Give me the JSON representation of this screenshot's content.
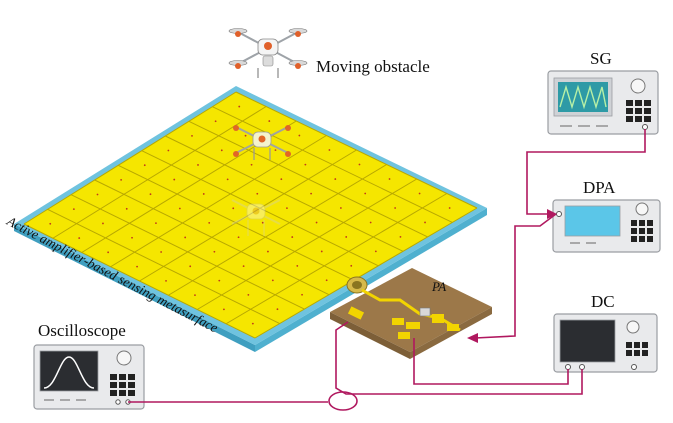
{
  "labels": {
    "moving_obstacle": "Moving obstacle",
    "sg": "SG",
    "dpa": "DPA",
    "dc": "DC",
    "pa": "PA",
    "oscilloscope": "Oscilloscope",
    "metasurface": "Active amplifier-based sensing metasurface"
  },
  "colors": {
    "patch": "#f5e600",
    "patch_line": "#b8a800",
    "substrate": "#6fc3df",
    "cable": "#b0185f",
    "instrument_body": "#e9eaec",
    "instrument_edge": "#9a9da2",
    "screen_sg": "#2e9aa6",
    "screen_dpa": "#5bc6e8",
    "screen_dc": "#2b2d31",
    "screen_osc": "#2b2d31",
    "pcb": "#b08a5a",
    "drone_body": "#f4f4f4",
    "drone_accent": "#e0602a"
  },
  "metasurface_grid": {
    "rows": 8,
    "cols": 9
  }
}
